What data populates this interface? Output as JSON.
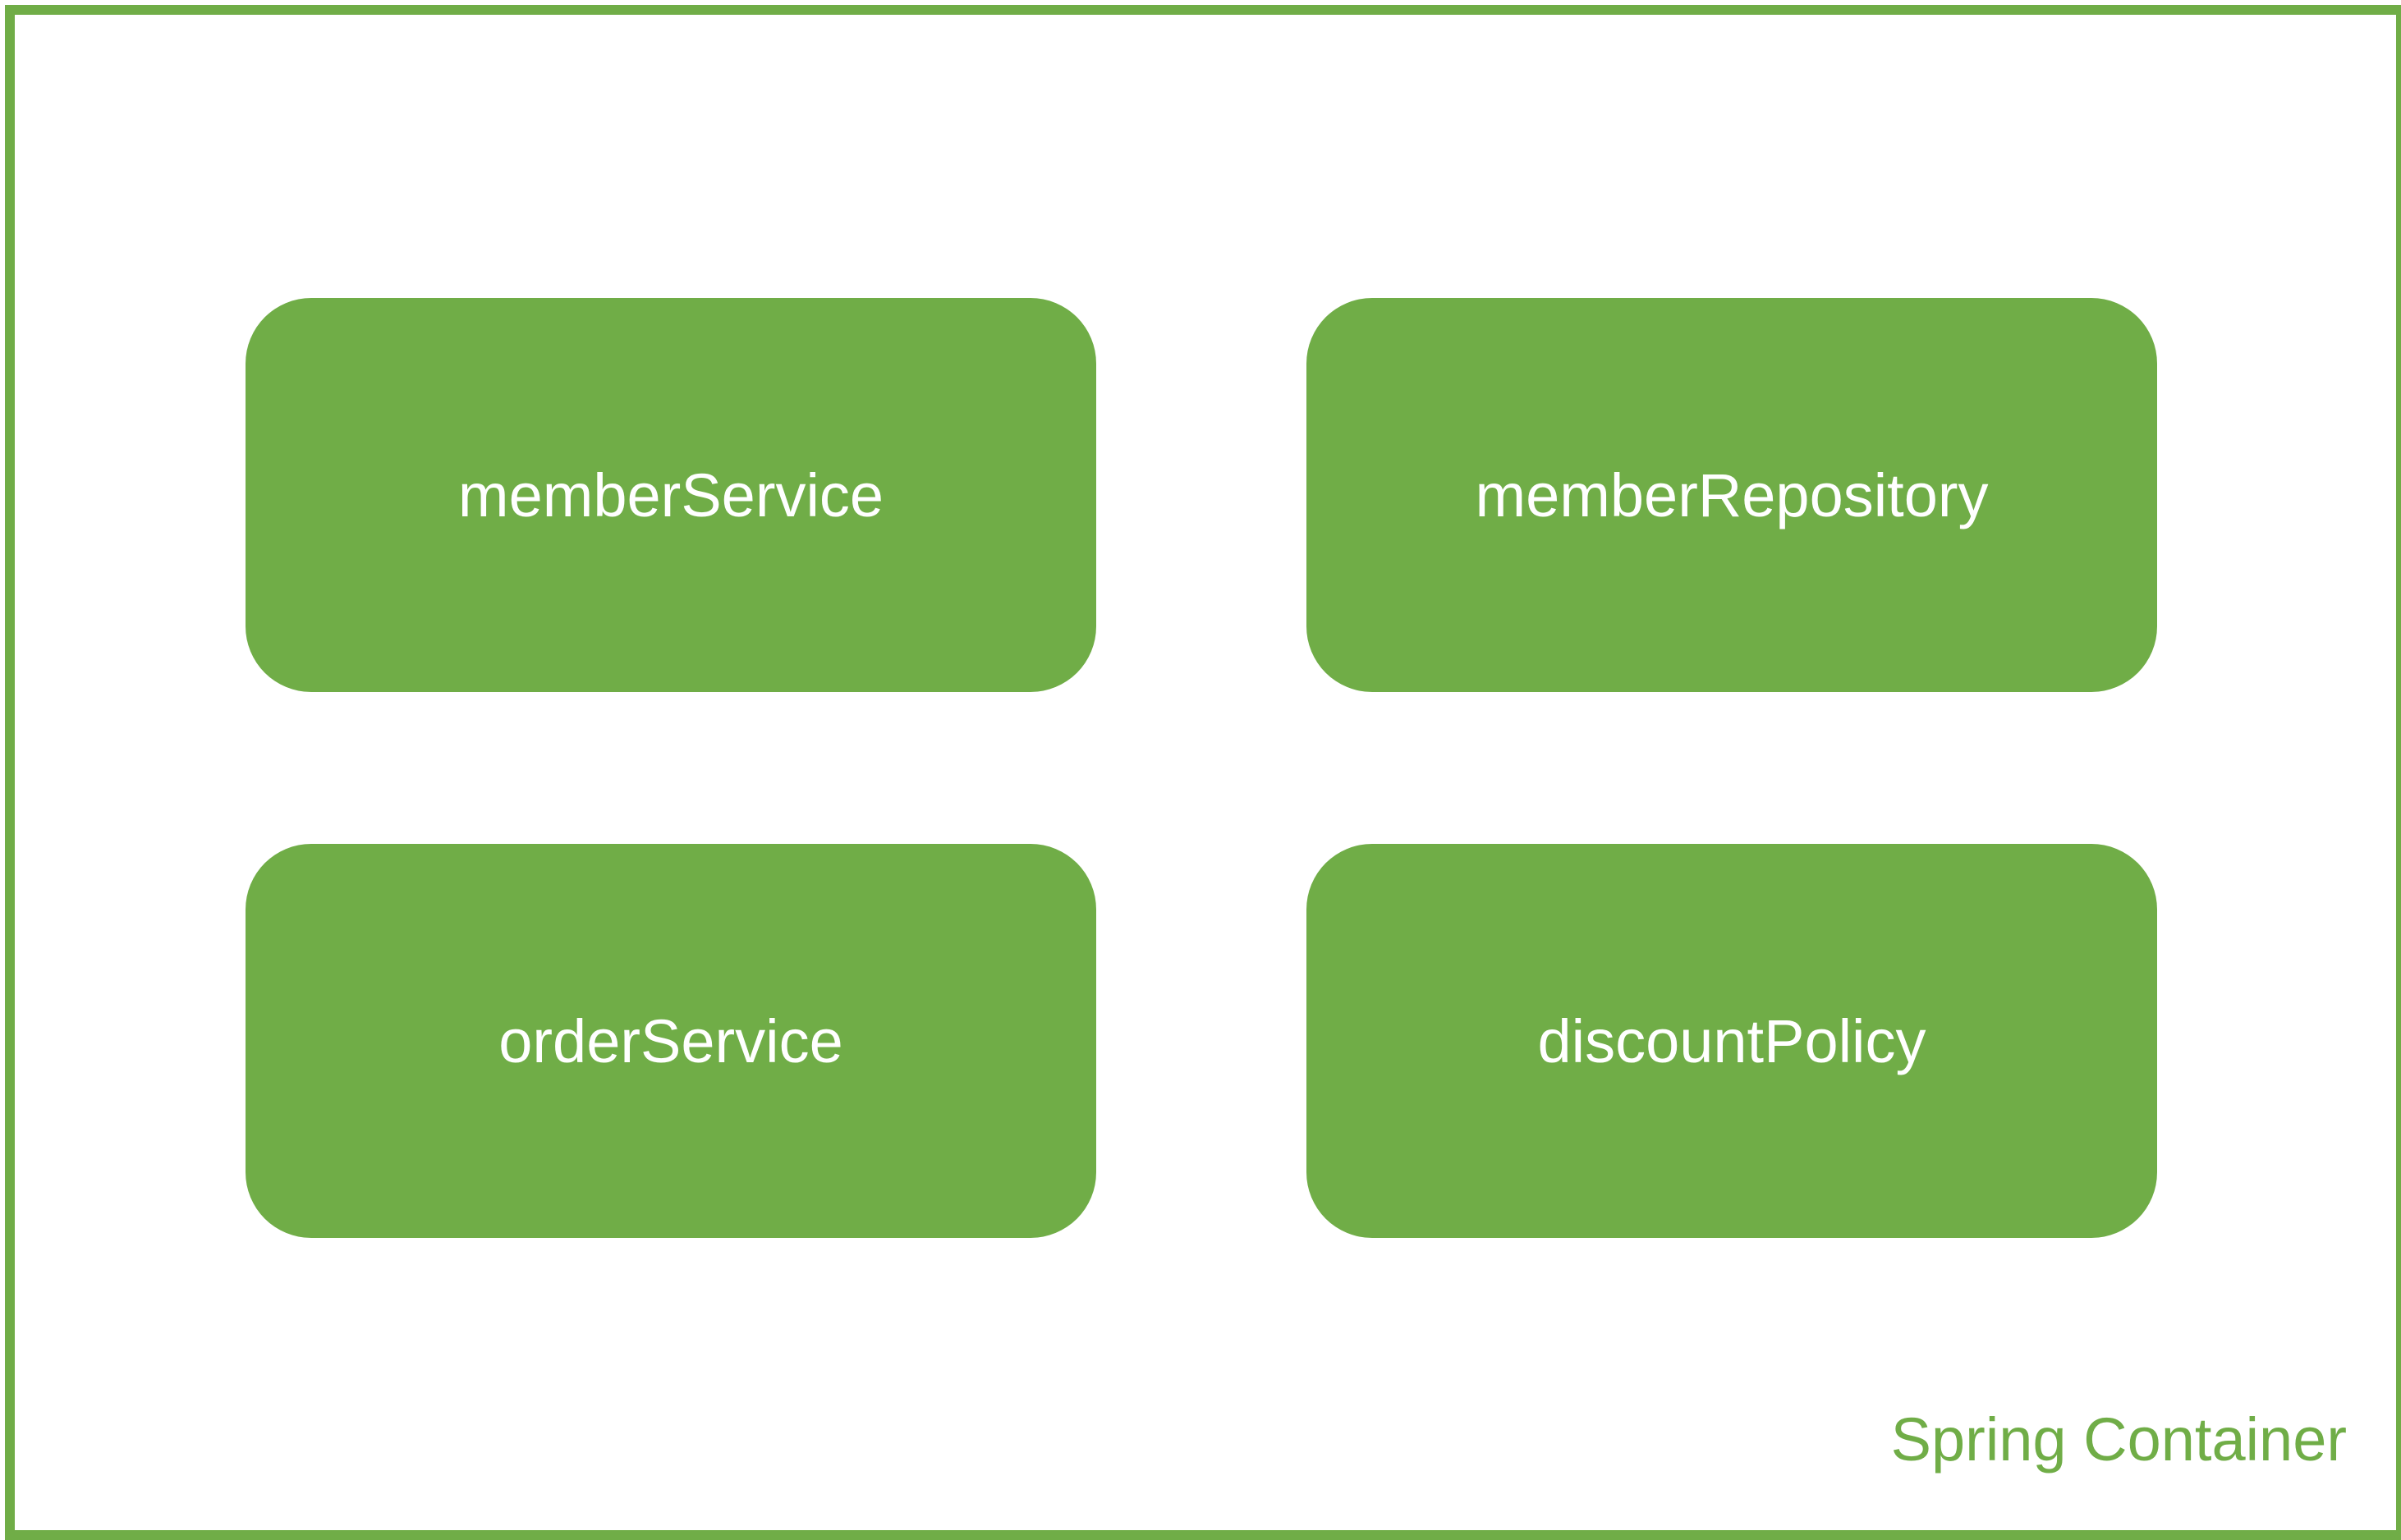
{
  "container": {
    "label": "Spring Container",
    "border_color": "#70ad47"
  },
  "beans": [
    {
      "label": "memberService"
    },
    {
      "label": "memberRepository"
    },
    {
      "label": "orderService"
    },
    {
      "label": "discountPolicy"
    }
  ],
  "colors": {
    "bean_fill": "#70ad47",
    "bean_text": "#ffffff",
    "background": "#ffffff"
  }
}
